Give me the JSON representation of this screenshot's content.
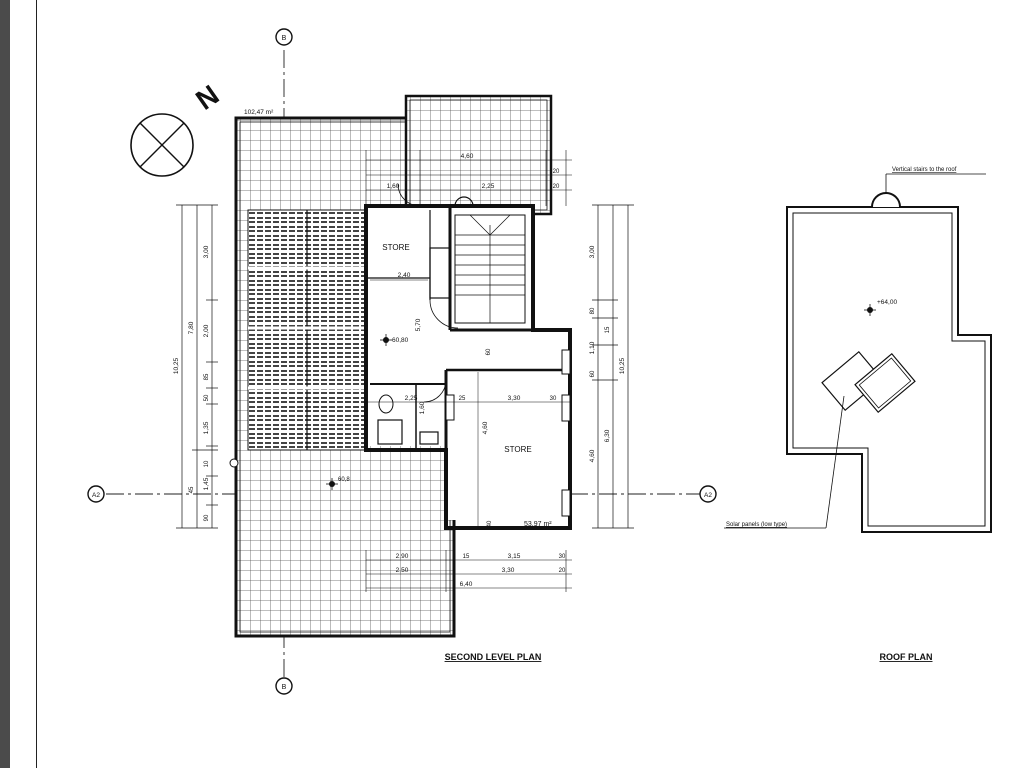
{
  "titles": {
    "second_level_plan": "SECOND LEVEL PLAN",
    "roof_plan": "ROOF PLAN"
  },
  "north_label": "N",
  "grid_bubbles": {
    "top": "B",
    "bottom": "B",
    "left": "A2",
    "right": "A2"
  },
  "areas": {
    "terrace": "102,47 m²",
    "interior": "53,97 m²"
  },
  "rooms": {
    "store_upper": "STORE",
    "store_lower": "STORE"
  },
  "levels": {
    "hall": "60,80",
    "terrace": "60,8",
    "roof": "+64,00"
  },
  "roof_annotations": {
    "stairs": "Vertical stairs to the roof",
    "solar": "Solar panels (low type)"
  },
  "dims": {
    "top_1": "4,60",
    "top_2": "1,60",
    "top_3": "2,25",
    "top_r1": "20",
    "top_r2": "20",
    "store_w": "2,40",
    "hall_v": "5,70",
    "row_225": "2,25",
    "row_330": "3,30",
    "row_25": "25",
    "row_30": "30",
    "v_460": "4,60",
    "v_160": "1,60",
    "v_40": "40",
    "v_60": "60",
    "bot_a1": "2,90",
    "bot_a2": "15",
    "bot_a3": "3,15",
    "bot_a4": "30",
    "bot_b1": "2,50",
    "bot_b2": "3,30",
    "bot_b3": "20",
    "bot_c1": "6,40",
    "left_total": "10,25",
    "left_part1": "7,80",
    "left_s1": "3,00",
    "left_s2": "2,00",
    "left_s3": "85",
    "left_s4": "50",
    "left_s5": "1,35",
    "left_s6": "10",
    "left_s7": "1,45",
    "left_s8": "45",
    "left_s9": "90",
    "right_total": "10,25",
    "right_s1": "3,00",
    "right_s2": "80",
    "right_s3": "1,10",
    "right_s4": "15",
    "right_s5": "60",
    "right_s6": "6,30",
    "right_s7": "4,60"
  }
}
